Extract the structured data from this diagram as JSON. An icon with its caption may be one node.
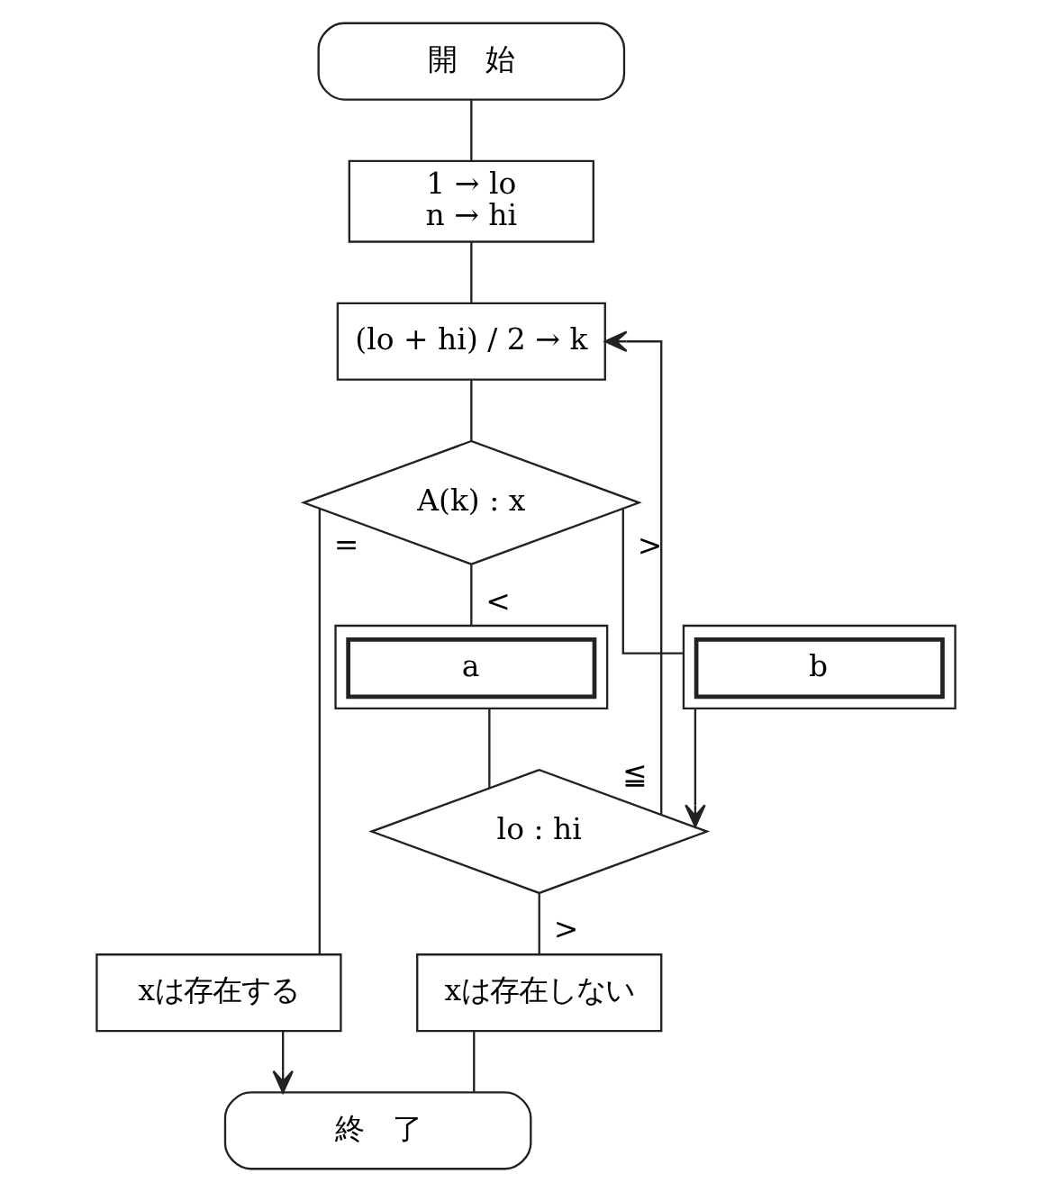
{
  "diagram": {
    "nodes": [
      {
        "text": [
          "開　始"
        ]
      },
      {
        "text": [
          "1 → lo",
          "n → hi"
        ]
      },
      {
        "text": [
          "(lo + hi) / 2 → k"
        ]
      },
      {
        "text": [
          "A(k) : x"
        ]
      },
      {
        "text": [
          "a"
        ]
      },
      {
        "text": [
          "b"
        ]
      },
      {
        "text": [
          "lo : hi"
        ]
      },
      {
        "text": [
          "xは存在する"
        ]
      },
      {
        "text": [
          "xは存在しない"
        ]
      },
      {
        "text": [
          "終　了"
        ]
      }
    ],
    "edges": [
      {
        "from": 0,
        "to": 1,
        "arrow": "none"
      },
      {
        "from": 1,
        "to": 2,
        "arrow": "none"
      },
      {
        "from": 2,
        "to": 3,
        "arrow": "none"
      },
      {
        "from": 3,
        "to": 7,
        "label": "=",
        "arrow": "none"
      },
      {
        "from": 3,
        "to": 5,
        "label": ">",
        "arrow": "none"
      },
      {
        "from": 3,
        "to": 4,
        "label": "<",
        "arrow": "none"
      },
      {
        "from": 4,
        "to": 6,
        "arrow": "none"
      },
      {
        "from": 5,
        "to": 6,
        "arrow": "to"
      },
      {
        "from": 6,
        "to": 2,
        "label": "≦",
        "arrow": "to"
      },
      {
        "from": 6,
        "to": 8,
        "label": ">",
        "arrow": "none"
      },
      {
        "from": 7,
        "to": 9,
        "arrow": "to"
      },
      {
        "from": 8,
        "to": 9,
        "arrow": "none"
      }
    ]
  }
}
